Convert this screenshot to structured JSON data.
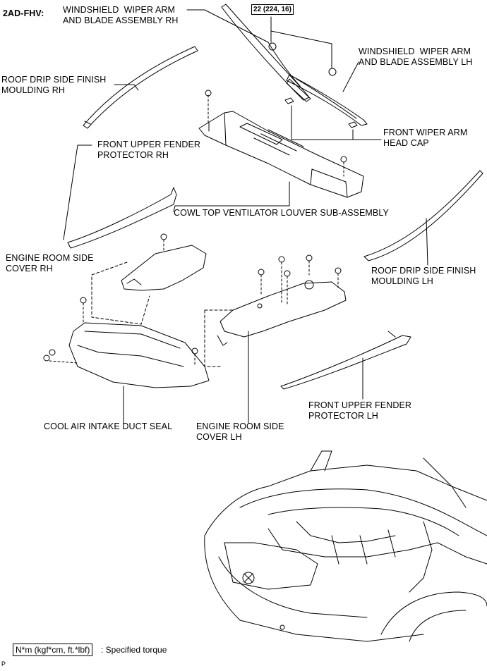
{
  "header": {
    "model_code": "2AD-FHV:"
  },
  "torque": {
    "value": "22 (224, 16)"
  },
  "labels": {
    "wiper_rh_1": "WINDSHIELD  WIPER ARM",
    "wiper_rh_2": "AND BLADE ASSEMBLY RH",
    "wiper_lh_1": "WINDSHIELD  WIPER ARM",
    "wiper_lh_2": "AND BLADE ASSEMBLY LH",
    "roof_rh_1": "ROOF DRIP SIDE FINISH",
    "roof_rh_2": "MOULDING RH",
    "wiper_cap_1": "FRONT WIPER ARM",
    "wiper_cap_2": "HEAD CAP",
    "fender_rh_1": "FRONT UPPER FENDER",
    "fender_rh_2": "PROTECTOR RH",
    "cowl": "COWL TOP VENTILATOR LOUVER SUB-ASSEMBLY",
    "eng_rh_1": "ENGINE ROOM SIDE",
    "eng_rh_2": "COVER RH",
    "roof_lh_1": "ROOF DRIP SIDE FINISH",
    "roof_lh_2": "MOULDING LH",
    "fender_lh_1": "FRONT UPPER FENDER",
    "fender_lh_2": "PROTECTOR LH",
    "duct_seal": "COOL AIR INTAKE DUCT SEAL",
    "eng_lh_1": "ENGINE ROOM SIDE",
    "eng_lh_2": "COVER LH"
  },
  "legend": {
    "unit": "N*m (kgf*cm, ft.*lbf)",
    "text": ": Specified torque"
  },
  "corner_mark": "P"
}
